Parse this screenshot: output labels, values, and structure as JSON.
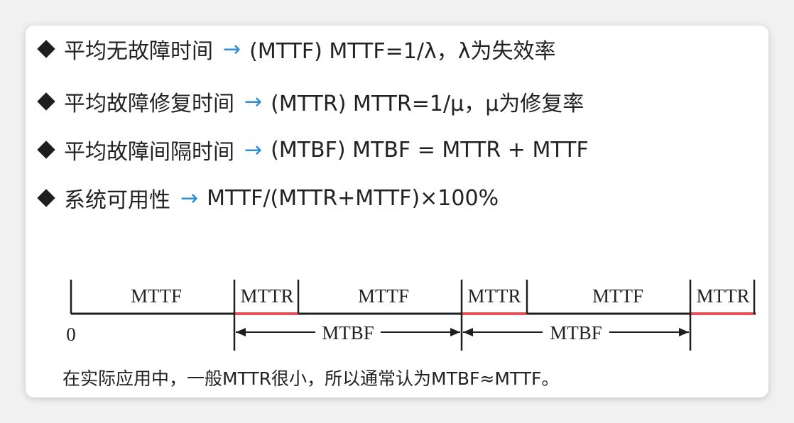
{
  "bullets": [
    {
      "term": "平均无故障时间",
      "arrow": "→",
      "definition": "(MTTF) MTTF=1/λ，λ为失效率"
    },
    {
      "term": "平均故障修复时间",
      "arrow": "→",
      "definition": "(MTTR) MTTR=1/μ，μ为修复率"
    },
    {
      "term": "平均故障间隔时间",
      "arrow": "→",
      "definition": "(MTBF) MTBF = MTTR + MTTF"
    },
    {
      "term": "系统可用性",
      "arrow": "→",
      "definition": "MTTF/(MTTR+MTTF)×100%"
    }
  ],
  "timeline": {
    "origin_label": "0",
    "segments": [
      "MTTF",
      "MTTR",
      "MTTF",
      "MTTR",
      "MTTF",
      "MTTR"
    ],
    "spans": [
      "MTBF",
      "MTBF"
    ]
  },
  "note": "在实际应用中，一般MTTR很小，所以通常认为MTBF≈MTTF。",
  "colors": {
    "arrow": "#2b8fd9",
    "repair_segment": "#e8505a",
    "text": "#222222",
    "line": "#1e1e1e"
  }
}
